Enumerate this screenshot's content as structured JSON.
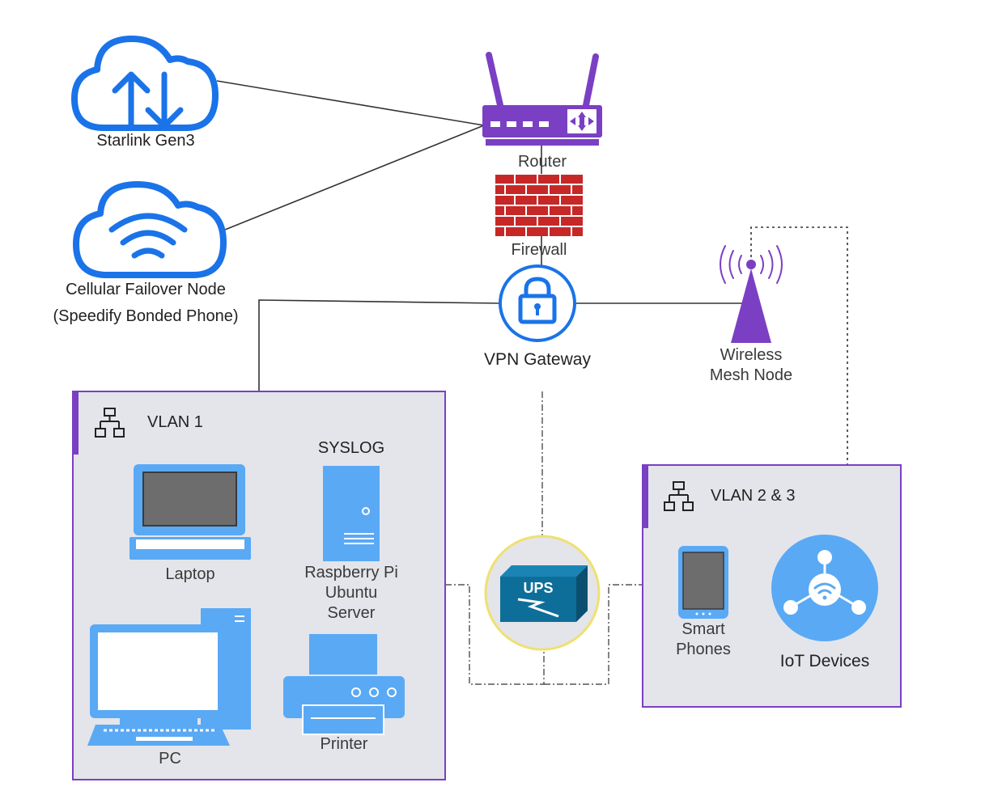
{
  "nodes": {
    "starlink": "Starlink Gen3",
    "cellular_line1": "Cellular Failover Node",
    "cellular_line2": "(Speedify Bonded Phone)",
    "router": "Router",
    "firewall": "Firewall",
    "vpn": "VPN Gateway",
    "mesh_line1": "Wireless",
    "mesh_line2": "Mesh Node",
    "ups": "UPS"
  },
  "vlan1": {
    "title": "VLAN 1",
    "syslog": "SYSLOG",
    "laptop": "Laptop",
    "server_line1": "Raspberry Pi",
    "server_line2": "Ubuntu",
    "server_line3": "Server",
    "pc": "PC",
    "printer": "Printer"
  },
  "vlan23": {
    "title": "VLAN 2 & 3",
    "phones_line1": "Smart",
    "phones_line2": "Phones",
    "iot": "IoT Devices"
  },
  "colors": {
    "cloud_blue": "#1a73e8",
    "purple": "#7b3fc4",
    "firewall_red": "#c62828",
    "vlan_fill": "#e3e5ea",
    "device_blue": "#5aa9f5",
    "ups_blue": "#0e6e9a"
  }
}
